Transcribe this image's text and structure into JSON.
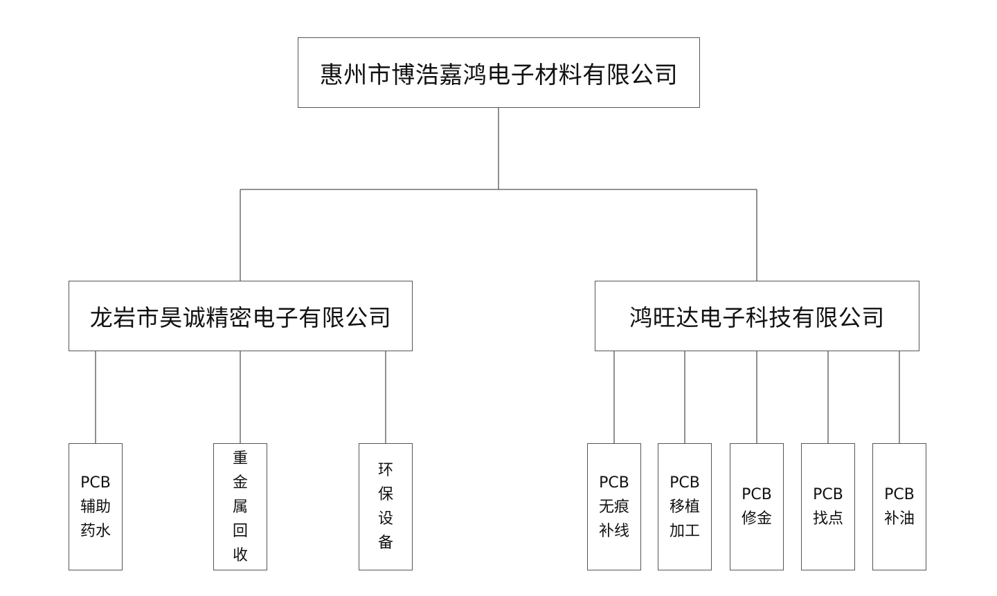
{
  "org_chart": {
    "root": {
      "label": "惠州市博浩嘉鸿电子材料有限公司"
    },
    "subsidiaries": [
      {
        "label": "龙岩市昊诚精密电子有限公司",
        "units": [
          {
            "label": "PCB辅助药水"
          },
          {
            "label": "重金属回收"
          },
          {
            "label": "环保设备"
          }
        ]
      },
      {
        "label": "鸿旺达电子科技有限公司",
        "units": [
          {
            "label": "PCB无痕补线"
          },
          {
            "label": "PCB移植加工"
          },
          {
            "label": "PCB修金"
          },
          {
            "label": "PCB找点"
          },
          {
            "label": "PCB补油"
          }
        ]
      }
    ]
  }
}
